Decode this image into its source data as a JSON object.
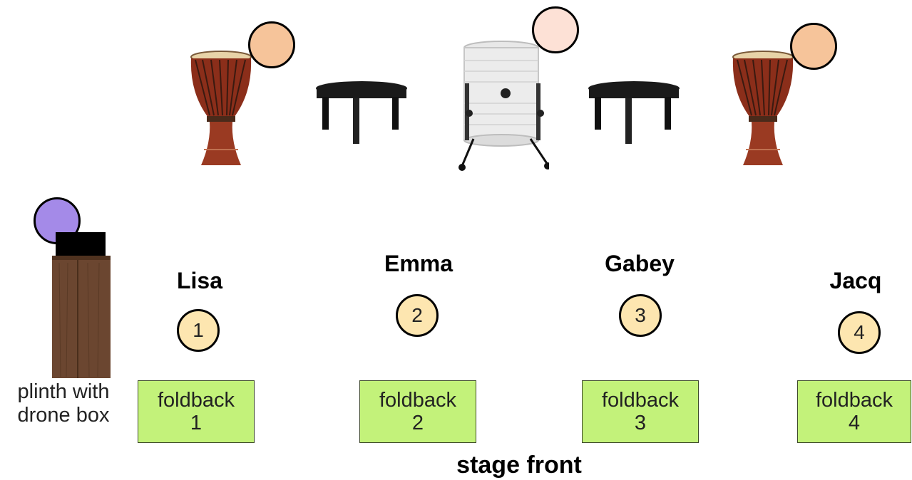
{
  "colors": {
    "background": "#ffffff",
    "position_circle": "#fde6b0",
    "foldback": "#c3f27a",
    "djembe_player_marker": "#f6c49a",
    "surdo_player_marker": "#fde1d6",
    "drone_marker": "#a48ae8",
    "drone_box": "#000000",
    "plinth_wood": "#6b4630",
    "table": "#1a1a1a"
  },
  "instruments": [
    {
      "id": "djembe-left",
      "icon": "djembe-icon"
    },
    {
      "id": "table-left",
      "icon": "side-table-icon"
    },
    {
      "id": "surdo",
      "icon": "surdo-drum-icon"
    },
    {
      "id": "table-right",
      "icon": "side-table-icon"
    },
    {
      "id": "djembe-right",
      "icon": "djembe-icon"
    }
  ],
  "performers": [
    {
      "name": "Lisa",
      "position": "1",
      "foldback_line1": "foldback",
      "foldback_line2": "1"
    },
    {
      "name": "Emma",
      "position": "2",
      "foldback_line1": "foldback",
      "foldback_line2": "2"
    },
    {
      "name": "Gabey",
      "position": "3",
      "foldback_line1": "foldback",
      "foldback_line2": "3"
    },
    {
      "name": "Jacq",
      "position": "4",
      "foldback_line1": "foldback",
      "foldback_line2": "4"
    }
  ],
  "plinth": {
    "label_line1": "plinth with",
    "label_line2": "drone box",
    "icon": "wooden-plinth-icon"
  },
  "stage_front_label": "stage front"
}
